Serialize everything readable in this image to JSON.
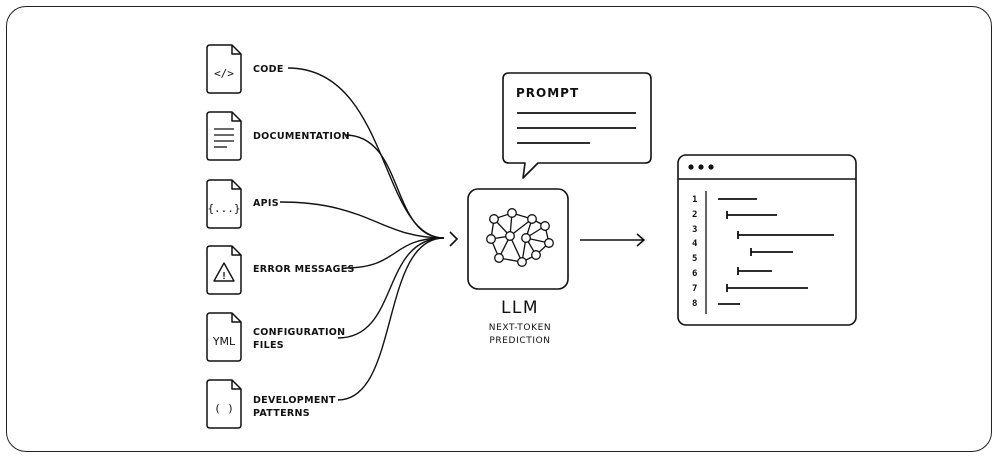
{
  "inputs": [
    {
      "icon": "</>",
      "lines": [
        "CODE"
      ]
    },
    {
      "icon": "",
      "lines": [
        "DOCUMENTATION"
      ]
    },
    {
      "icon": "{...}",
      "lines": [
        "APIS"
      ]
    },
    {
      "icon": "!",
      "lines": [
        "ERROR MESSAGES"
      ]
    },
    {
      "icon": "YML",
      "lines": [
        "CONFIGURATION",
        "FILES"
      ]
    },
    {
      "icon": "( )",
      "lines": [
        "DEVELOPMENT",
        "PATTERNS"
      ]
    }
  ],
  "prompt": {
    "title": "PROMPT"
  },
  "llm": {
    "title": "LLM",
    "subtitle_line1": "NEXT-TOKEN",
    "subtitle_line2": "PREDICTION"
  },
  "editor": {
    "line_numbers": [
      "1",
      "2",
      "3",
      "4",
      "5",
      "6",
      "7",
      "8"
    ]
  }
}
